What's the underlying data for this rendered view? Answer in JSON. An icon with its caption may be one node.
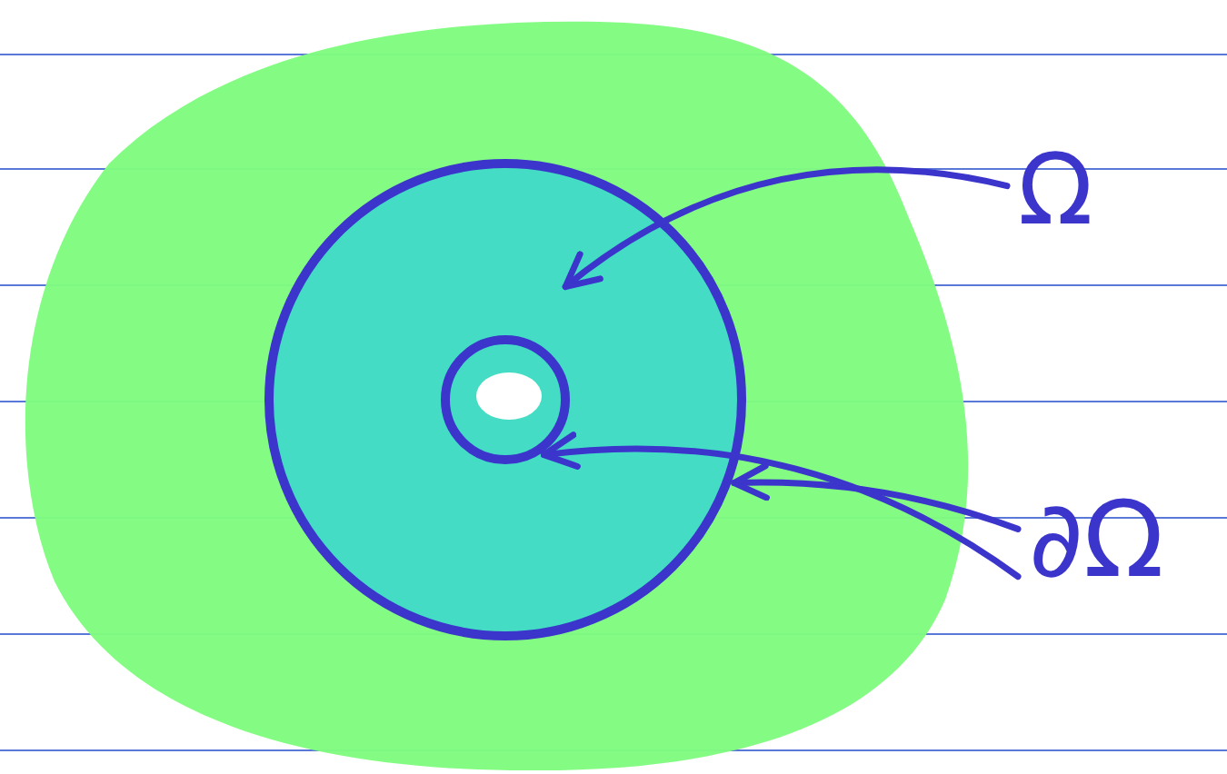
{
  "diagram": {
    "nodes": [
      {
        "text": [
          "Ω"
        ]
      },
      {
        "text": [
          "∂Ω"
        ]
      },
      {
        "text": [],
        "shape": "circle"
      },
      {
        "text": [],
        "shape": "circle"
      },
      {
        "text": [],
        "shape": "circle",
        "in": 2
      }
    ],
    "edges": [
      {
        "from": 0,
        "to": 2,
        "arrow": "to"
      },
      {
        "from": 1,
        "to": 3,
        "arrow": "to"
      },
      {
        "from": 1,
        "to": 4,
        "arrow": "to"
      }
    ]
  }
}
